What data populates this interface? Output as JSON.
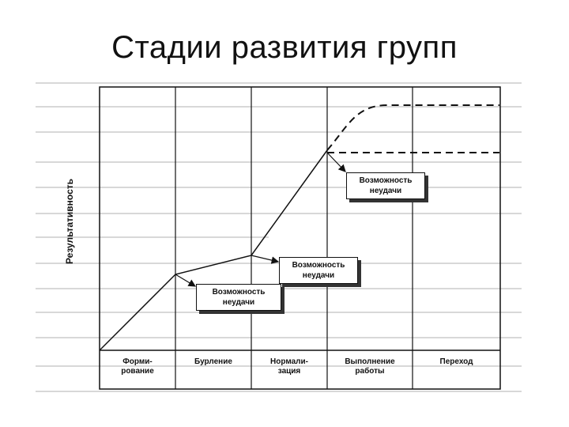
{
  "title": "Стадии развития групп",
  "diagram": {
    "y_axis_label": "Результативность",
    "stages": [
      {
        "line1": "Форми-",
        "line2": "рование"
      },
      {
        "line1": "Бурление",
        "line2": ""
      },
      {
        "line1": "Нормали-",
        "line2": "зация"
      },
      {
        "line1": "Выполнение",
        "line2": "работы"
      },
      {
        "line1": "Переход",
        "line2": ""
      }
    ],
    "callouts": [
      {
        "line1": "Возможность",
        "line2": "неудачи"
      },
      {
        "line1": "Возможность",
        "line2": "неудачи"
      },
      {
        "line1": "Возможность",
        "line2": "неудачи"
      }
    ]
  }
}
